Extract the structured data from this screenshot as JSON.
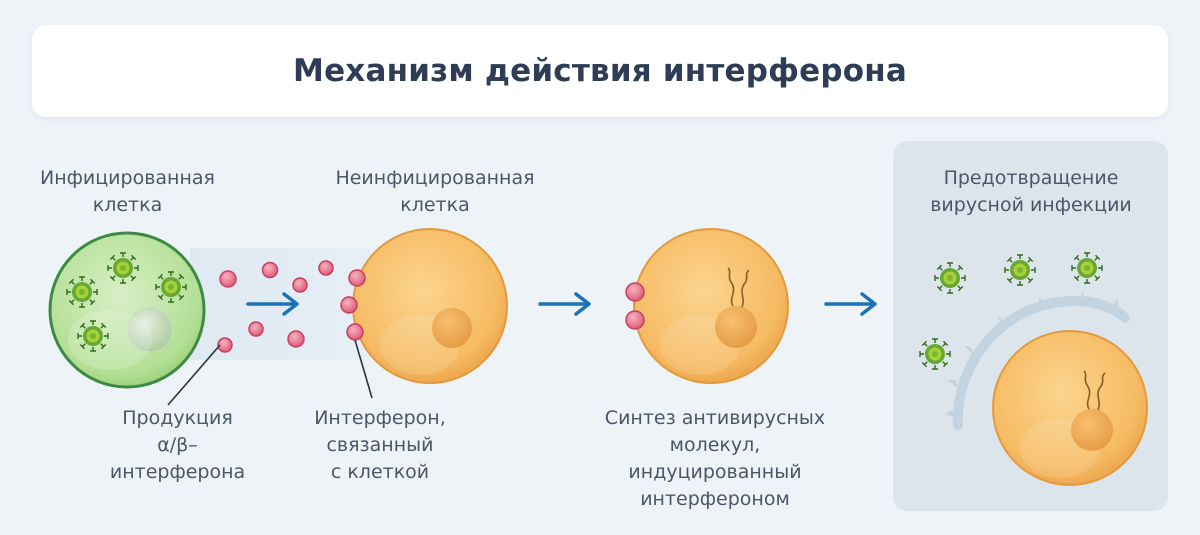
{
  "title": "Механизм действия интерферона",
  "labels": {
    "infected_cell": [
      "Инфицированная",
      "клетка"
    ],
    "uninfected_cell": [
      "Неинфицированная",
      "клетка"
    ],
    "prevention": [
      "Предотвращение",
      "вирусной инфекции"
    ],
    "production": [
      "Продукция",
      "α/β–",
      "интерферона"
    ],
    "bound": [
      "Интерферон,",
      "связанный",
      "с клеткой"
    ],
    "synthesis": [
      "Синтез антивирусных",
      "молекул,",
      "индуцированный",
      "интерфероном"
    ]
  },
  "colors": {
    "arrow": "#1a73b4",
    "interferon": "#e0637e",
    "cell_orange": "#f4b45c",
    "cell_green": "#a8d98a",
    "virus": "#5da02f",
    "text": "#4b5768",
    "title": "#2e3d55"
  }
}
